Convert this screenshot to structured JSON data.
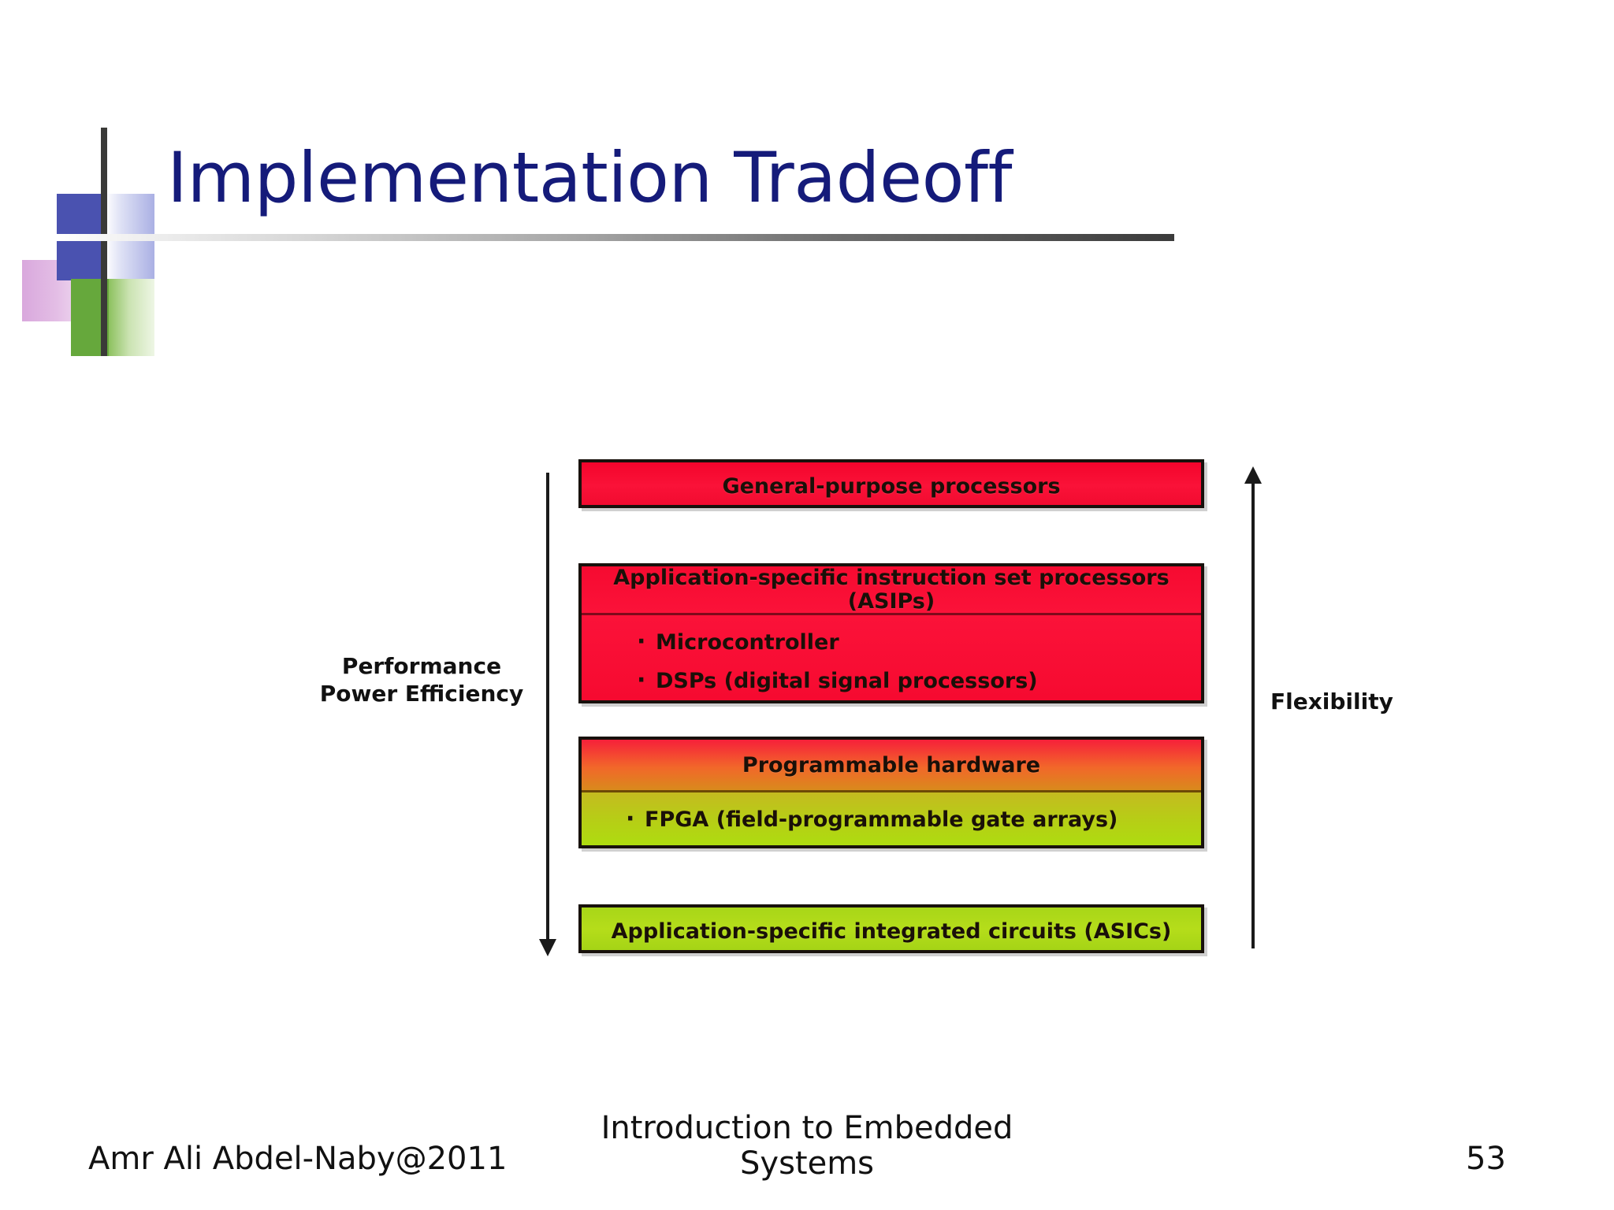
{
  "slide": {
    "title": "Implementation Tradeoff",
    "page_number": "53",
    "title_color": "#151b7a"
  },
  "diagram": {
    "left_axis": {
      "caption_line1": "Performance",
      "caption_line2": "Power Efficiency",
      "direction": "down"
    },
    "right_axis": {
      "caption": "Flexibility",
      "direction": "up"
    },
    "boxes": [
      {
        "id": "general-purpose-processors",
        "label": "General-purpose processors",
        "color": "#fa1238"
      },
      {
        "id": "asips",
        "header_line1": "Application-specific instruction set processors",
        "header_line2": "(ASIPs)",
        "bullets": [
          "Microcontroller",
          "DSPs (digital signal processors)"
        ],
        "color": "#fa1238"
      },
      {
        "id": "programmable-hardware",
        "header": "Programmable hardware",
        "bullets": [
          "FPGA (field-programmable gate arrays)"
        ],
        "color_top": "#f2672a",
        "color_bottom": "#b7cd16"
      },
      {
        "id": "asics",
        "label": "Application-specific integrated circuits (ASICs)",
        "color": "#b5dd1a"
      }
    ]
  },
  "footer": {
    "author": "Amr Ali Abdel-Naby@2011",
    "course_line1": "Introduction to Embedded",
    "course_line2": "Systems",
    "page": "53"
  }
}
